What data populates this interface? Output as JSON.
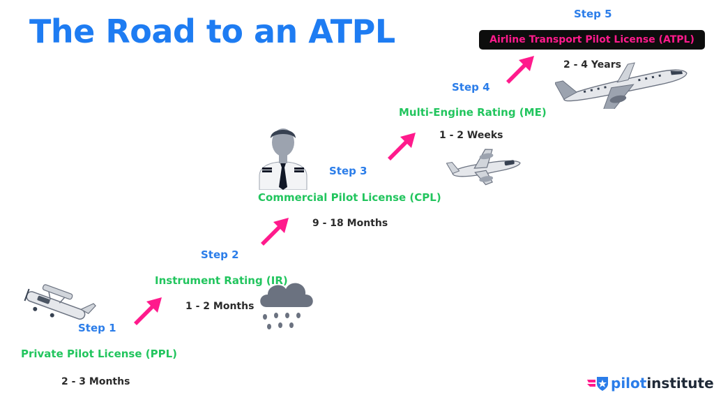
{
  "title": "The Road to an ATPL",
  "steps": [
    {
      "step": "Step 1",
      "license": "Private Pilot License (PPL)",
      "duration": "2 - 3 Months",
      "icon": "small-plane-icon"
    },
    {
      "step": "Step 2",
      "license": "Instrument Rating (IR)",
      "duration": "1 - 2 Months",
      "icon": "rain-cloud-icon"
    },
    {
      "step": "Step 3",
      "license": "Commercial Pilot License (CPL)",
      "duration": "9 - 18 Months",
      "icon": "pilot-icon"
    },
    {
      "step": "Step 4",
      "license": "Multi-Engine Rating (ME)",
      "duration": "1 - 2 Weeks",
      "icon": "twin-engine-plane-icon"
    },
    {
      "step": "Step 5",
      "license": "Airline Transport Pilot License (ATPL)",
      "duration": "2 - 4 Years",
      "icon": "airliner-icon"
    }
  ],
  "logo": {
    "part1": "pilot",
    "part2": "institute"
  },
  "colors": {
    "title": "#1e7cf2",
    "step": "#2b7de9",
    "license": "#22c55e",
    "arrow": "#ff1a8c",
    "atpl_box": "#0d0d0d"
  }
}
